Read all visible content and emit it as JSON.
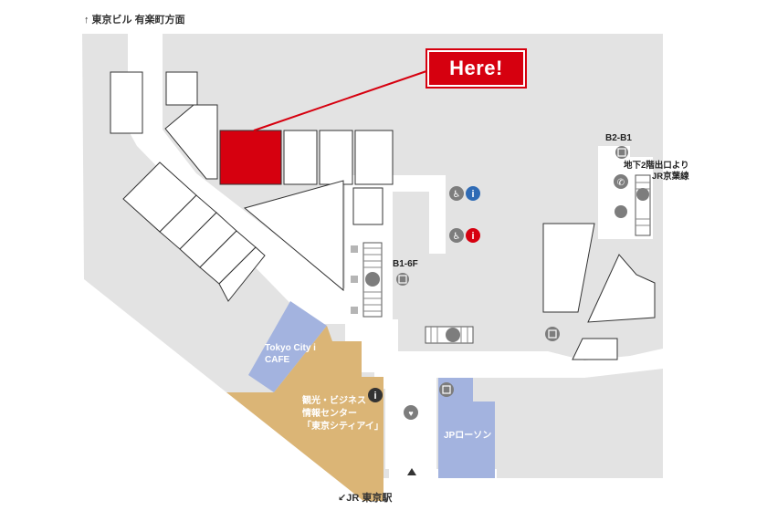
{
  "labels": {
    "north_direction": "↑ 東京ビル 有楽町方面",
    "south_direction": "↙JR 東京駅",
    "here": "Here!",
    "floor_b2_b1": "B2-B1",
    "floor_b1_6f": "B1-6F",
    "underground_exit_line1": "地下2階出口より",
    "underground_exit_line2": "JR京葉線",
    "tokyo_city_cafe_line1": "Tokyo City i",
    "tokyo_city_cafe_line2": "CAFE",
    "info_center_line1": "観光・ビジネス",
    "info_center_line2": "情報センター",
    "info_center_line3": "「東京シティアイ」",
    "jp_lawson": "JPローソン"
  },
  "colors": {
    "floor": "#e3e3e3",
    "walkway": "#ffffff",
    "here_red": "#d6000f",
    "info_center": "#dbb576",
    "cafe_and_store": "#a3b3df",
    "icon_gray": "#7d7d7d"
  },
  "icons": [
    "elevator-icon",
    "wheelchair-icon",
    "male-restroom-icon",
    "female-restroom-icon",
    "escalator-icon",
    "phone-icon",
    "info-icon",
    "aed-icon",
    "atm-icon",
    "coin-locker-icon",
    "up-arrow-icon"
  ]
}
